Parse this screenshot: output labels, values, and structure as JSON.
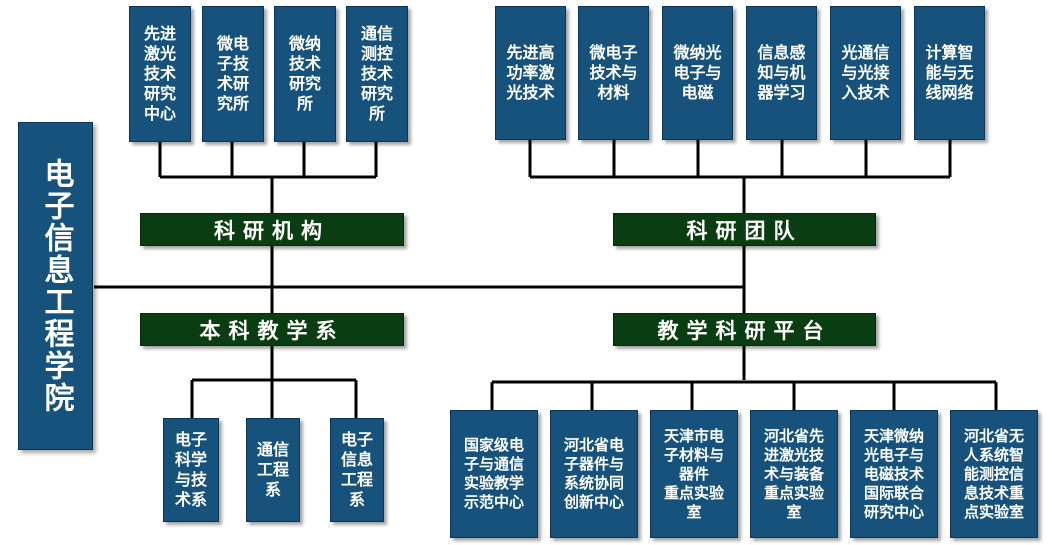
{
  "root": {
    "label": "电子信息工程学院"
  },
  "categories": {
    "research_institutions": "科研机构",
    "research_teams": "科研团队",
    "undergrad_depts": "本科教学系",
    "teaching_platforms": "教学科研平台"
  },
  "institutions": [
    "先进\n激光\n技术\n研究\n中心",
    "微电\n子技\n术研\n究所",
    "微纳\n技术\n研究\n所",
    "通信\n测控\n技术\n研究\n所"
  ],
  "teams": [
    "先进高\n功率激\n光技术",
    "微电子\n技术与\n材料",
    "微纳光\n电子与\n电磁",
    "信息感\n知与机\n器学习",
    "光通信\n与光接\n入技术",
    "计算智\n能与无\n线网络"
  ],
  "departments": [
    "电子\n科学\n与技\n术系",
    "通信\n工程\n系",
    "电子\n信息\n工程\n系"
  ],
  "platforms": [
    "国家级电\n子与通信\n实验教学\n示范中心",
    "河北省电\n子器件与\n系统协同\n创新中心",
    "天津市电\n子材料与\n器件\n重点实验\n室",
    "河北省先\n进激光技\n术与装备\n重点实验\n室",
    "天津微纳\n光电子与\n电磁技术\n国际联合\n研究中心",
    "河北省无\n人系统智\n能测控信\n息技术重\n点实验室"
  ],
  "colors": {
    "box_fill": "#17527d",
    "bar_fill": "#0b3d12",
    "line": "#000000"
  }
}
